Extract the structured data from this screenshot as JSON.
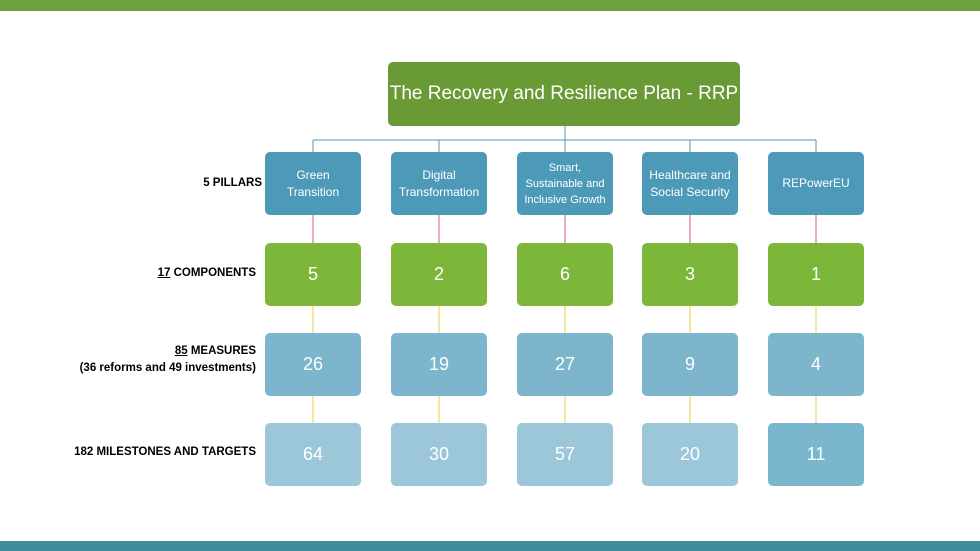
{
  "title": "The Recovery and Resilience Plan - RRP",
  "rows": {
    "pillars": {
      "label": "5 PILLARS"
    },
    "components": {
      "label_number": "17",
      "label_text": " COMPONENTS"
    },
    "measures": {
      "label_number": "85",
      "label_text": " MEASURES",
      "label_line2": "(36 reforms and 49 investments)"
    },
    "milestones": {
      "label": "182 MILESTONES AND TARGETS"
    }
  },
  "pillars": [
    {
      "name_line1": "Green",
      "name_line2": "Transition",
      "name_line3": "",
      "components": "5",
      "measures": "26",
      "milestones": "64"
    },
    {
      "name_line1": "Digital",
      "name_line2": "Transformation",
      "name_line3": "",
      "components": "2",
      "measures": "19",
      "milestones": "30"
    },
    {
      "name_line1": "Smart,",
      "name_line2": "Sustainable and",
      "name_line3": "Inclusive Growth",
      "components": "6",
      "measures": "27",
      "milestones": "57"
    },
    {
      "name_line1": "Healthcare and",
      "name_line2": "Social Security",
      "name_line3": "",
      "components": "3",
      "measures": "9",
      "milestones": "20"
    },
    {
      "name_line1": "REPowerEU",
      "name_line2": "",
      "name_line3": "",
      "components": "1",
      "measures": "4",
      "milestones": "11"
    }
  ],
  "colors": {
    "top_bar": "#6fa040",
    "bottom_bar": "#3f8ea0",
    "root": "#6a9a35",
    "pillar": "#4d9ab8",
    "component": "#7db73a",
    "measure": "#7db6cc",
    "milestone": "#9bc7d9",
    "connector_root": "#4d9ab8",
    "connector_pillar": "#e05a6a",
    "connector_lower": "#e8d040"
  }
}
